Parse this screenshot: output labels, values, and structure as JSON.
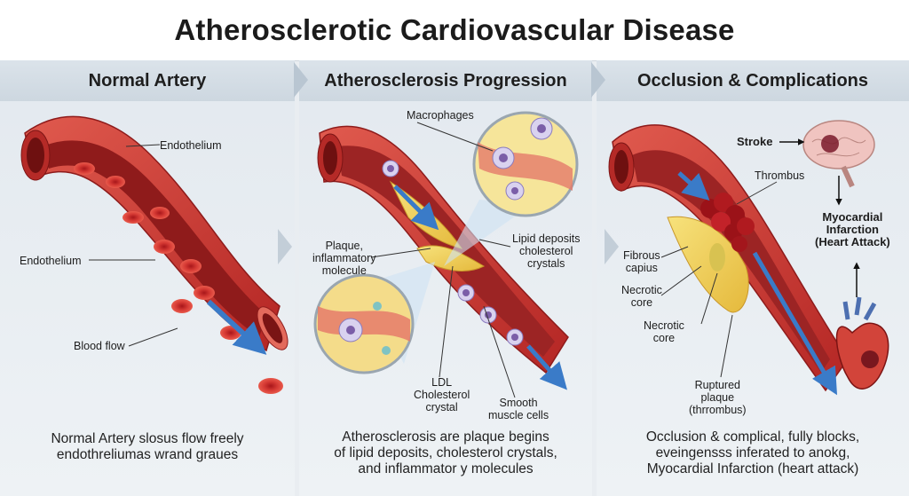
{
  "title": "Atherosclerotic Cardiovascular Disease",
  "panels": [
    {
      "header": "Normal Artery",
      "caption": [
        "Normal Artery slosus flow freely",
        "endothreliumas wrand graues"
      ],
      "labels": {
        "endothelium_top": "Endothelium",
        "endothelium_left": "Endothelium",
        "blood_flow": "Blood flow"
      }
    },
    {
      "header": "Atherosclerosis Progression",
      "caption": [
        "Atherosclerosis are plaque begins",
        "of lipid deposits, cholesterol crystals,",
        "and inflammator y molecules"
      ],
      "labels": {
        "macrophages": "Macrophages",
        "plaque": [
          "Plaque,",
          "inflammatory",
          "molecule"
        ],
        "lipid": [
          "Lipid deposits",
          "cholesterol",
          "crystals"
        ],
        "ldl": [
          "LDL",
          "Cholesterol",
          "crystal"
        ],
        "smooth": [
          "Smooth",
          "muscle cells"
        ]
      }
    },
    {
      "header": "Occlusion & Complications",
      "caption": [
        "Occlusion & complical, fully blocks,",
        "eveingensss inferated to anokg,",
        "Myocardial Infarction (heart attack)"
      ],
      "labels": {
        "stroke": "Stroke",
        "thrombus": "Thrombus",
        "mi": [
          "Myocardial",
          "Infarction",
          "(Heart Attack)"
        ],
        "fibrous": [
          "Fibrous",
          "capius"
        ],
        "necrotic1": [
          "Necrotic",
          "core"
        ],
        "necrotic2": [
          "Necrotic",
          "core"
        ],
        "ruptured": [
          "Ruptured",
          "plaque",
          "(thrrombus)"
        ]
      }
    }
  ],
  "colors": {
    "artery": "#c9302c",
    "lumen": "#8f1b1b",
    "plaque": "#f2d25a",
    "flow_arrow": "#3a7bc8"
  }
}
